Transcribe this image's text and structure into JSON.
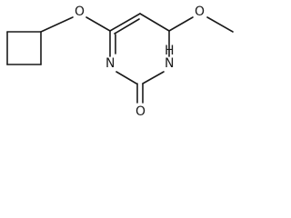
{
  "molecule": {
    "atoms": {
      "O1": "O",
      "O2": "O",
      "N1": "N",
      "NH": "H",
      "N3": "N",
      "O3": "O"
    },
    "colors": {
      "bond": "#1a1a1a",
      "label": "#1a1a1a",
      "background": "#ffffff"
    }
  }
}
